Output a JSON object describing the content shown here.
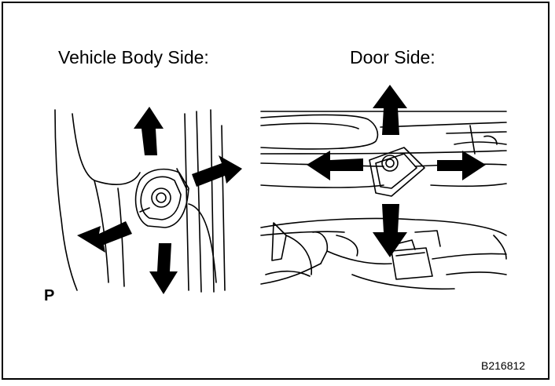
{
  "labels": {
    "vehicle_body_side": "Vehicle Body Side:",
    "door_side": "Door Side:",
    "view_marker": "P",
    "figure_code": "B216812"
  },
  "colors": {
    "line": "#000000",
    "background": "#ffffff"
  }
}
